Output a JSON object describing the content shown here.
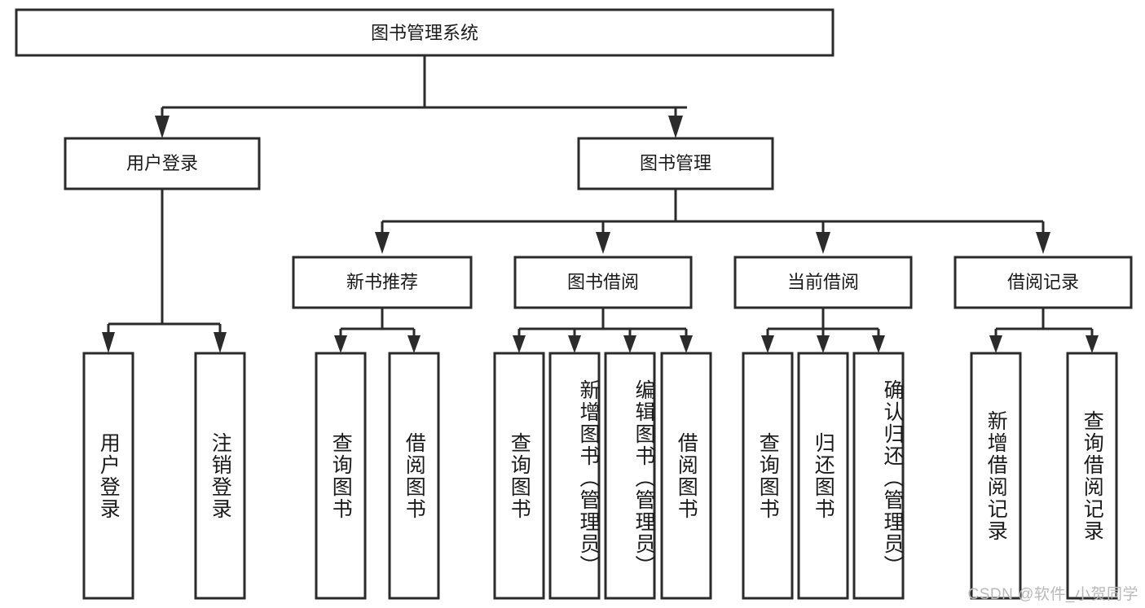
{
  "diagram": {
    "title": "图书管理系统",
    "watermark": "CSDN @软件_小贺同学",
    "accent_color": "#2b2b2b",
    "box_fill": "#ffffff",
    "level2": {
      "user_login": "用户登录",
      "book_manage": "图书管理"
    },
    "level3": {
      "new_book_recommend": "新书推荐",
      "book_borrow": "图书借阅",
      "current_borrow": "当前借阅",
      "borrow_record": "借阅记录"
    },
    "leaves": {
      "user_login_1": "用户登录",
      "user_login_2": "注销登录",
      "recommend_1": "查询图书",
      "recommend_2": "借阅图书",
      "borrow_1": "查询图书",
      "borrow_2": "新增图书（管理员）",
      "borrow_3": "编辑图书（管理员）",
      "borrow_4": "借阅图书",
      "current_1": "查询图书",
      "current_2": "归还图书",
      "current_3": "确认归还（管理员）",
      "record_1": "新增借阅记录",
      "record_2": "查询借阅记录"
    }
  },
  "chart_data": {
    "type": "tree",
    "title": "图书管理系统",
    "root": {
      "label": "图书管理系统",
      "children": [
        {
          "label": "用户登录",
          "children": [
            {
              "label": "用户登录",
              "children": []
            },
            {
              "label": "注销登录",
              "children": []
            }
          ]
        },
        {
          "label": "图书管理",
          "children": [
            {
              "label": "新书推荐",
              "children": [
                {
                  "label": "查询图书",
                  "children": []
                },
                {
                  "label": "借阅图书",
                  "children": []
                }
              ]
            },
            {
              "label": "图书借阅",
              "children": [
                {
                  "label": "查询图书",
                  "children": []
                },
                {
                  "label": "新增图书（管理员）",
                  "children": []
                },
                {
                  "label": "编辑图书（管理员）",
                  "children": []
                },
                {
                  "label": "借阅图书",
                  "children": []
                }
              ]
            },
            {
              "label": "当前借阅",
              "children": [
                {
                  "label": "查询图书",
                  "children": []
                },
                {
                  "label": "归还图书",
                  "children": []
                },
                {
                  "label": "确认归还（管理员）",
                  "children": []
                }
              ]
            },
            {
              "label": "借阅记录",
              "children": [
                {
                  "label": "新增借阅记录",
                  "children": []
                },
                {
                  "label": "查询借阅记录",
                  "children": []
                }
              ]
            }
          ]
        }
      ]
    },
    "levels": 4,
    "node_count": 20
  }
}
